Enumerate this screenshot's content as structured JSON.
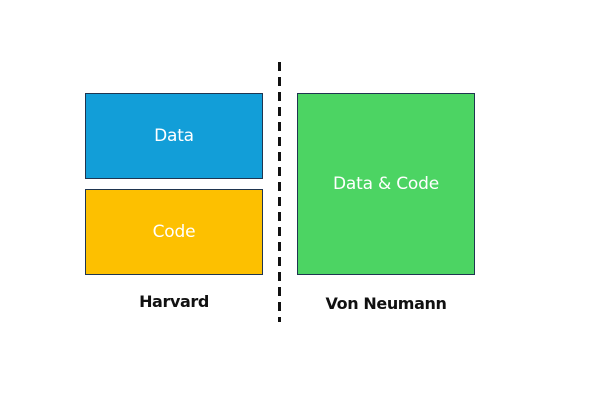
{
  "harvard": {
    "caption": "Harvard",
    "data_label": "Data",
    "code_label": "Code",
    "data_color": "#129ed8",
    "code_color": "#fdc000"
  },
  "von_neumann": {
    "caption": "Von Neumann",
    "combined_label": "Data & Code",
    "combined_color": "#4cd463"
  },
  "colors": {
    "box_border": "#1f3550",
    "divider": "#111111",
    "background": "#ffffff"
  }
}
